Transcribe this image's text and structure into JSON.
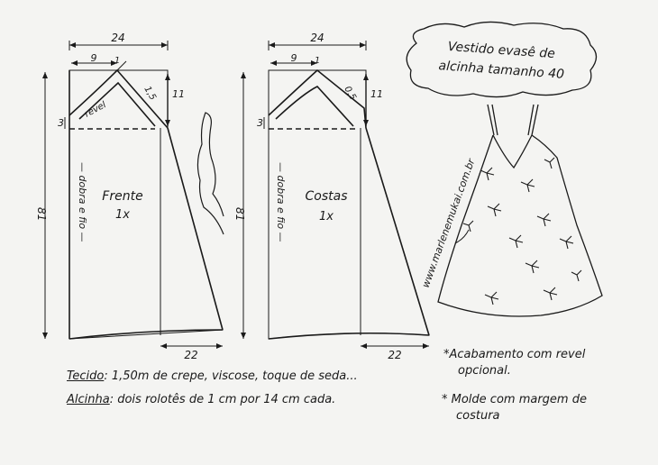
{
  "title": {
    "line1": "Vestido evasê de",
    "line2": "alcinha tamanho 40"
  },
  "front": {
    "label": "Frente",
    "qty": "1x",
    "fold": "— dobra e fio —",
    "facing": "revel",
    "m24": "24",
    "m9": "9",
    "m1": "1",
    "m15": "1,5",
    "m11": "11",
    "m3": "3",
    "m81": "81",
    "m22": "22"
  },
  "back": {
    "label": "Costas",
    "qty": "1x",
    "fold": "— dobra e fio —",
    "m24": "24",
    "m9": "9",
    "m1": "1",
    "m05": "0,5",
    "m11": "11",
    "m3": "3",
    "m81": "81",
    "m22": "22"
  },
  "watermark": "www.marlenemukai.com.br",
  "notes": {
    "fabric_label": "Tecido",
    "fabric_text": ": 1,50m de crepe, viscose, toque de seda...",
    "strap_label": "Alcinha",
    "strap_text": ": dois rolotês de 1 cm por 14 cm cada.",
    "finish_line1": "*Acabamento com revel",
    "finish_line2": "opcional.",
    "margin_line1": "* Molde com margem de",
    "margin_line2": "costura"
  }
}
